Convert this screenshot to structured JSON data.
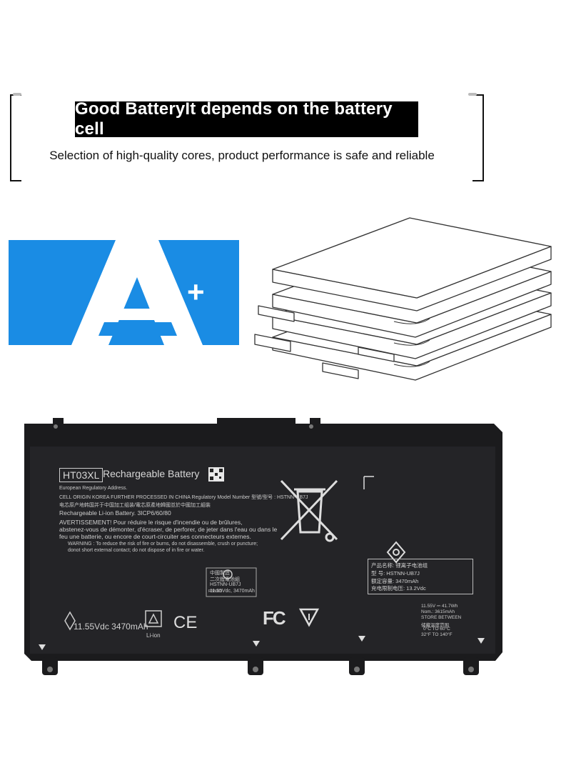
{
  "header": {
    "headline": "Good BatteryIt depends on the battery cell",
    "subline": "Selection of high-quality cores, product performance is safe and reliable"
  },
  "grade_badge": {
    "letter": "A",
    "plus": "+",
    "color": "#1a8ce4"
  },
  "battery_label": {
    "model": "HT03XL",
    "title": "Rechargeable Battery",
    "lines": [
      "European Regulatory Address.",
      "CELL ORIGIN KOREA FURTHER PROCESSED IN CHINA  Regulatory Model Number 型號/型号 : HSTNN-UB7J",
      "电芯原产地韩国并于中国加工组装/電芯原產地韓國並於中國加工組裝",
      "Rechargeable Li-ion Battery.  3ICP6/60/80",
      "AVERTISSEMENT! Pour réduire le risque d'incendie ou de brûlures,",
      "abstenez-vous de démonter, d'écraser, de perforer, de jeter dans l'eau ou dans le",
      "feu une batterie, ou encore de court-circuiter ses connecteurs externes.",
      "WARNING : To reduce the risk of fire or burns, do not disassemble, crush or puncture;",
      "donot short external contact; do not dispose of in fire or water."
    ],
    "rating": "11.55Vdc  3470mAh",
    "liion": "Li-ion",
    "ce": "CE",
    "fc": "FC",
    "cert": [
      "中國製造",
      "二次鋰電池組",
      "HSTNN-UB7J",
      "11.55Vdc, 3470mAh"
    ],
    "cert_code": "R38062",
    "spec": [
      "产品名称: 锂离子电池组",
      "型    号: HSTNN-UB7J",
      "额定容量: 3470mAh",
      "充电限制电压: 13.2Vdc"
    ],
    "right_notes": [
      "11.55V ⎓ 41.7Wh",
      "Nom.: 3615mAh",
      "STORE BETWEEN",
      "储藏温度范围",
      "0°C TO 60°C",
      "32°F TO 140°F"
    ]
  }
}
